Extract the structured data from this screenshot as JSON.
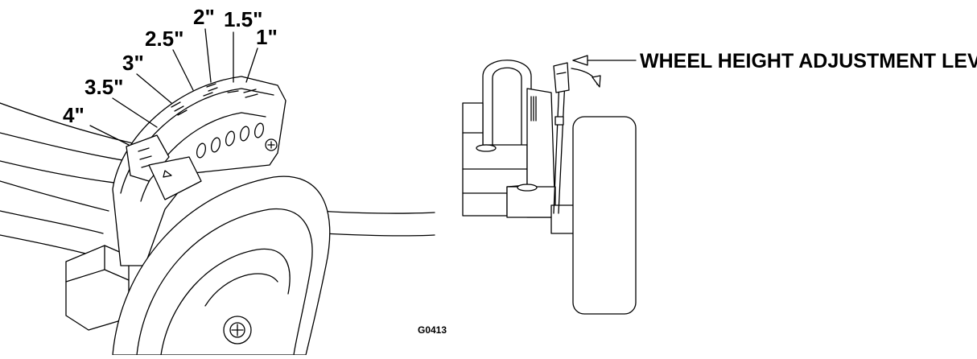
{
  "left_view": {
    "height_labels": [
      "1\"",
      "1.5\"",
      "2\"",
      "2.5\"",
      "3\"",
      "3.5\"",
      "4\""
    ]
  },
  "right_view": {
    "callout": "WHEEL HEIGHT ADJUSTMENT LEVER"
  },
  "figure_code": "G0413"
}
